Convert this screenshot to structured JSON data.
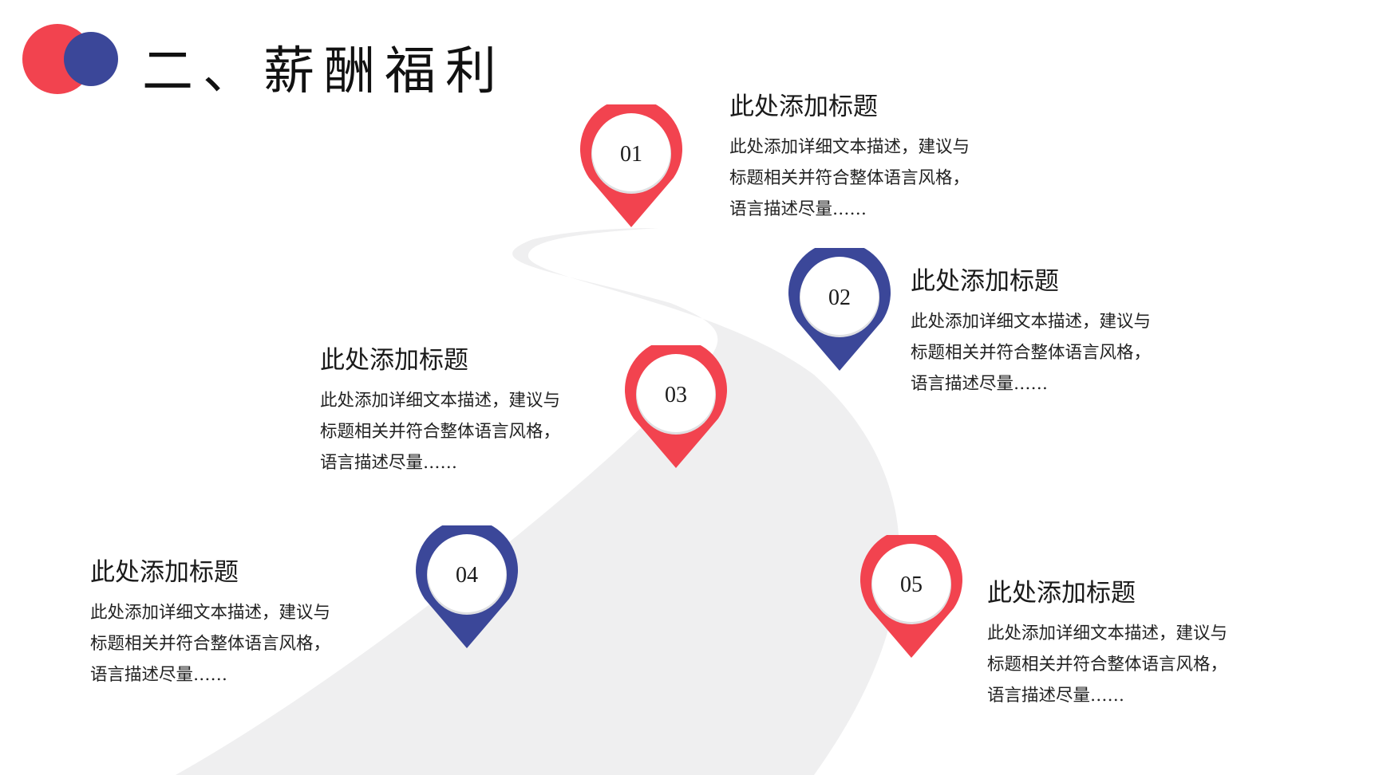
{
  "page_title": "二、薪酬福利",
  "colors": {
    "red": "#f2434f",
    "blue": "#3b4799",
    "road": "#efeff0"
  },
  "milestones": [
    {
      "number": "01",
      "color": "red",
      "title": "此处添加标题",
      "desc": [
        "此处添加详细文本描述，建议与",
        "标题相关并符合整体语言风格，",
        "语言描述尽量……"
      ]
    },
    {
      "number": "02",
      "color": "blue",
      "title": "此处添加标题",
      "desc": [
        "此处添加详细文本描述，建议与",
        "标题相关并符合整体语言风格，",
        "语言描述尽量……"
      ]
    },
    {
      "number": "03",
      "color": "red",
      "title": "此处添加标题",
      "desc": [
        "此处添加详细文本描述，建议与",
        "标题相关并符合整体语言风格，",
        "语言描述尽量……"
      ]
    },
    {
      "number": "04",
      "color": "blue",
      "title": "此处添加标题",
      "desc": [
        "此处添加详细文本描述，建议与",
        "标题相关并符合整体语言风格，",
        "语言描述尽量……"
      ]
    },
    {
      "number": "05",
      "color": "red",
      "title": "此处添加标题",
      "desc": [
        "此处添加详细文本描述，建议与",
        "标题相关并符合整体语言风格，",
        "语言描述尽量……"
      ]
    }
  ]
}
